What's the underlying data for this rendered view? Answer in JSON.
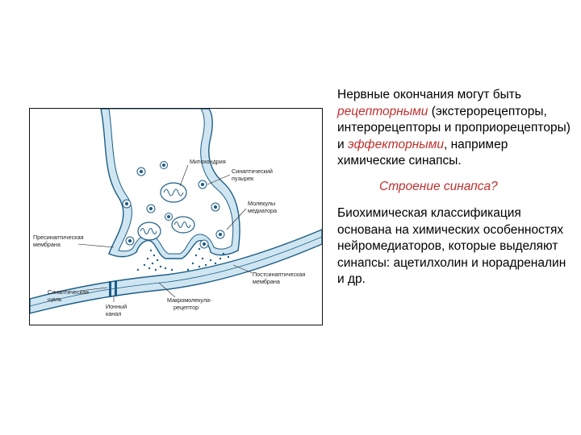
{
  "text": {
    "p1_a": "Нервные окончания могут быть",
    "p1_em1": "рецепторными",
    "p1_b": "(экстерорецепторы, интерорецепторы и проприорецепторы) и",
    "p1_em2": "эффекторными",
    "p1_c": ", например химические синапсы.",
    "question": "Строение синапса?",
    "p2": "Биохимическая классификация основана на химических особенностях нейромедиаторов,  которые выделяют синапсы: ацетилхолин и норадреналин и др."
  },
  "diagram": {
    "labels": {
      "mitochondria": "Митохондрия",
      "vesicle_1": "Синаптический",
      "vesicle_2": "пузырек",
      "molecules_1": "Молекулы",
      "molecules_2": "медиатора",
      "presyn_1": "Пресинаптическая",
      "presyn_2": "мембрана",
      "postsyn_1": "Постсинаптическая",
      "postsyn_2": "мембрана",
      "cleft_1": "Синаптическая",
      "cleft_2": "щель",
      "channel_1": "Ионный",
      "channel_2": "канал",
      "receptor_1": "Макромолекула-",
      "receptor_2": "рецептор"
    },
    "colors": {
      "membrane_fill": "#cfe6f2",
      "membrane_stroke": "#1d5d86",
      "dots": "#1d5d86"
    }
  }
}
